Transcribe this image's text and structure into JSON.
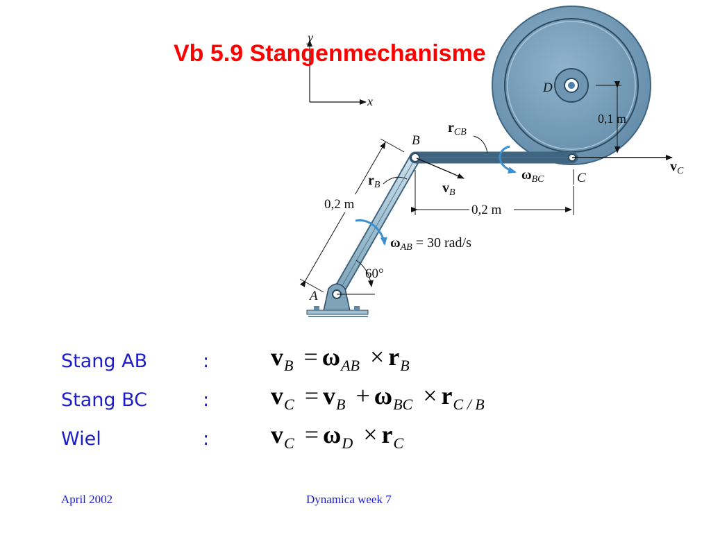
{
  "slide": {
    "title": "Vb 5.9 Stangenmechanisme",
    "footer_left": "April 2002",
    "footer_center": "Dynamica week 7"
  },
  "diagram": {
    "axis_y": "y",
    "axis_x": "x",
    "point_a": "A",
    "point_b": "B",
    "point_c": "C",
    "point_d": "D",
    "r_b_main": "r",
    "r_b_sub": "B",
    "r_cb_main": "r",
    "r_cb_sub": "CB",
    "v_b_main": "v",
    "v_b_sub": "B",
    "v_c_main": "v",
    "v_c_sub": "C",
    "omega_ab_main": "ω",
    "omega_ab_sub": "AB",
    "omega_ab_value": " = 30 rad/s",
    "omega_bc_main": "ω",
    "omega_bc_sub": "BC",
    "dim_ab": "0,2 m",
    "dim_bc": "0,2 m",
    "dim_radius": "0,1 m",
    "angle": "60°"
  },
  "equations": [
    {
      "name": "Stang AB",
      "colon": ":",
      "v": "v",
      "v_sub": "B",
      "eq": "=",
      "omega": "ω",
      "omega_sub": "AB",
      "times": "×",
      "r": "r",
      "r_sub": "B"
    },
    {
      "name": "Stang BC",
      "colon": ":",
      "v": "v",
      "v_sub": "C",
      "eq": "=",
      "vb": "v",
      "vb_sub": "B",
      "plus": "+",
      "omega": "ω",
      "omega_sub": "BC",
      "times": "×",
      "r": "r",
      "r_sub": "C / B"
    },
    {
      "name": "Wiel",
      "colon": ":",
      "v": "v",
      "v_sub": "C",
      "eq": "=",
      "omega": "ω",
      "omega_sub": "D",
      "times": "×",
      "r": "r",
      "r_sub": "C"
    }
  ]
}
